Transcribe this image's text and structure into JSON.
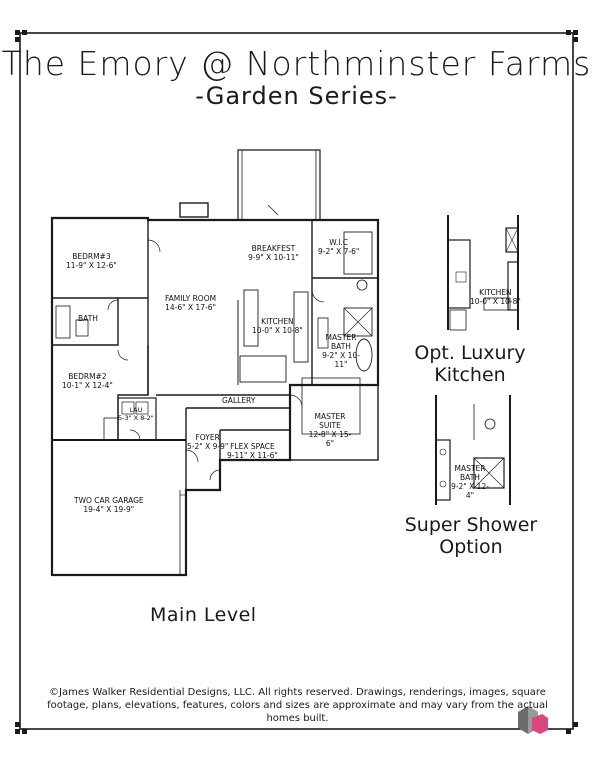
{
  "header": {
    "title": "The Emory @ Northminster Farms",
    "subtitle": "-Garden Series-"
  },
  "rooms": {
    "bedroom3": {
      "name": "BEDRM#3",
      "size": "11-9\" X 12-6\""
    },
    "bath": {
      "name": "BATH"
    },
    "bedroom2": {
      "name": "BEDRM#2",
      "size": "10-1\" X 12-4\""
    },
    "laundry": {
      "name": "LAU",
      "size": "5-3\" X 8-2\""
    },
    "family_room": {
      "name": "FAMILY ROOM",
      "size": "14-6\" X 17-6\""
    },
    "breakfast": {
      "name": "BREAKFEST",
      "size": "9-9\" X 10-11\""
    },
    "kitchen": {
      "name": "KITCHEN",
      "size": "10-0\" X 10-8\""
    },
    "wic": {
      "name": "W.I.C",
      "size": "9-2\" X 7-6\""
    },
    "master_bath": {
      "name": "MASTER BATH",
      "size": "9-2\" X 10-11\""
    },
    "gallery": {
      "name": "GALLERY"
    },
    "master_suite": {
      "name": "MASTER SUITE",
      "size": "12-8\" X 15-6\""
    },
    "foyer": {
      "name": "FOYER",
      "size": "5-2\" X 9-9\""
    },
    "flex_space": {
      "name": "FLEX SPACE",
      "size": "9-11\" X 11-6\""
    },
    "garage": {
      "name": "TWO CAR GARAGE",
      "size": "19-4\" X 19-9\""
    }
  },
  "options": {
    "luxury_kitchen": {
      "room_name": "KITCHEN",
      "room_size": "10-0\" X 10-8\"",
      "caption_line1": "Opt. Luxury",
      "caption_line2": "Kitchen"
    },
    "super_shower": {
      "room_name": "MASTER BATH",
      "room_size": "9-2\" X 12-4\"",
      "caption_line1": "Super Shower",
      "caption_line2": "Option"
    }
  },
  "main_level_label": "Main Level",
  "footer": {
    "copyright": "©James Walker Residential Designs, LLC. All rights reserved. Drawings, renderings, images, square footage, plans, elevations, features, colors and sizes are approximate and may vary from the actual homes built."
  },
  "colors": {
    "line": "#1a1a1a",
    "background": "#ffffff",
    "logo_pink": "#d9477e",
    "logo_gray": "#6b6b6b"
  }
}
